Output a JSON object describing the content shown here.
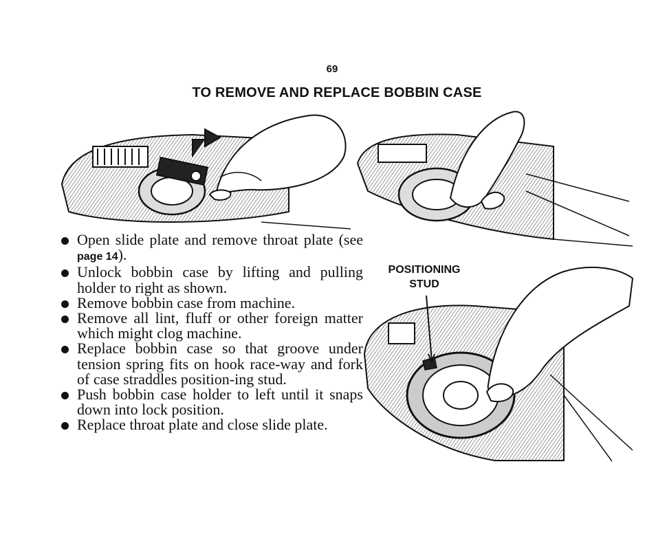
{
  "page_number": "69",
  "title": "TO REMOVE AND REPLACE BOBBIN CASE",
  "caption": {
    "line1": "POSITIONING",
    "line2": "STUD"
  },
  "steps": [
    {
      "before": "Open slide plate and remove throat plate (see ",
      "ref": "page 14",
      "after": ")."
    },
    {
      "before": "Unlock bobbin case by lifting and pulling holder to right as shown.",
      "ref": "",
      "after": ""
    },
    {
      "before": "Remove bobbin case from machine.",
      "ref": "",
      "after": ""
    },
    {
      "before": "Remove all lint, fluff or other foreign matter which might clog machine.",
      "ref": "",
      "after": ""
    },
    {
      "before": "Replace bobbin case so that groove under tension spring fits on hook race-way and fork of case straddles position-ing stud.",
      "ref": "",
      "after": ""
    },
    {
      "before": "Push bobbin case holder to left until it snaps down into lock position.",
      "ref": "",
      "after": ""
    },
    {
      "before": "Replace throat plate and close slide plate.",
      "ref": "",
      "after": ""
    }
  ],
  "colors": {
    "ink": "#111111",
    "paper": "#ffffff",
    "shading": "#9a9a9a"
  }
}
